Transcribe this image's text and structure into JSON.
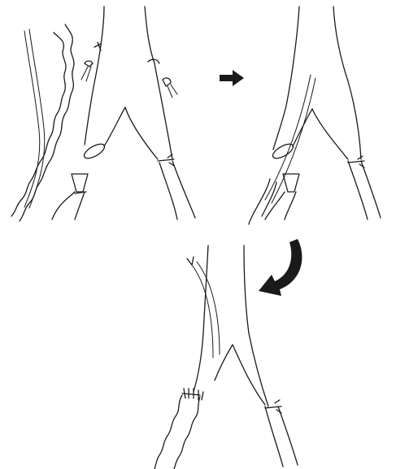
{
  "figure": {
    "panels": [
      {
        "id": "panel-1",
        "description_key": "vein-and-bifurcation-before-graft"
      },
      {
        "id": "panel-2",
        "description_key": "instrument-inserted-into-branch"
      },
      {
        "id": "panel-3",
        "description_key": "vein-graft-anastomosed"
      }
    ],
    "arrows": [
      {
        "id": "arrow-right",
        "direction": "right"
      },
      {
        "id": "arrow-curved",
        "direction": "down-left"
      }
    ],
    "colors": {
      "ink": "#1a1a1a",
      "background": "#ffffff"
    }
  }
}
